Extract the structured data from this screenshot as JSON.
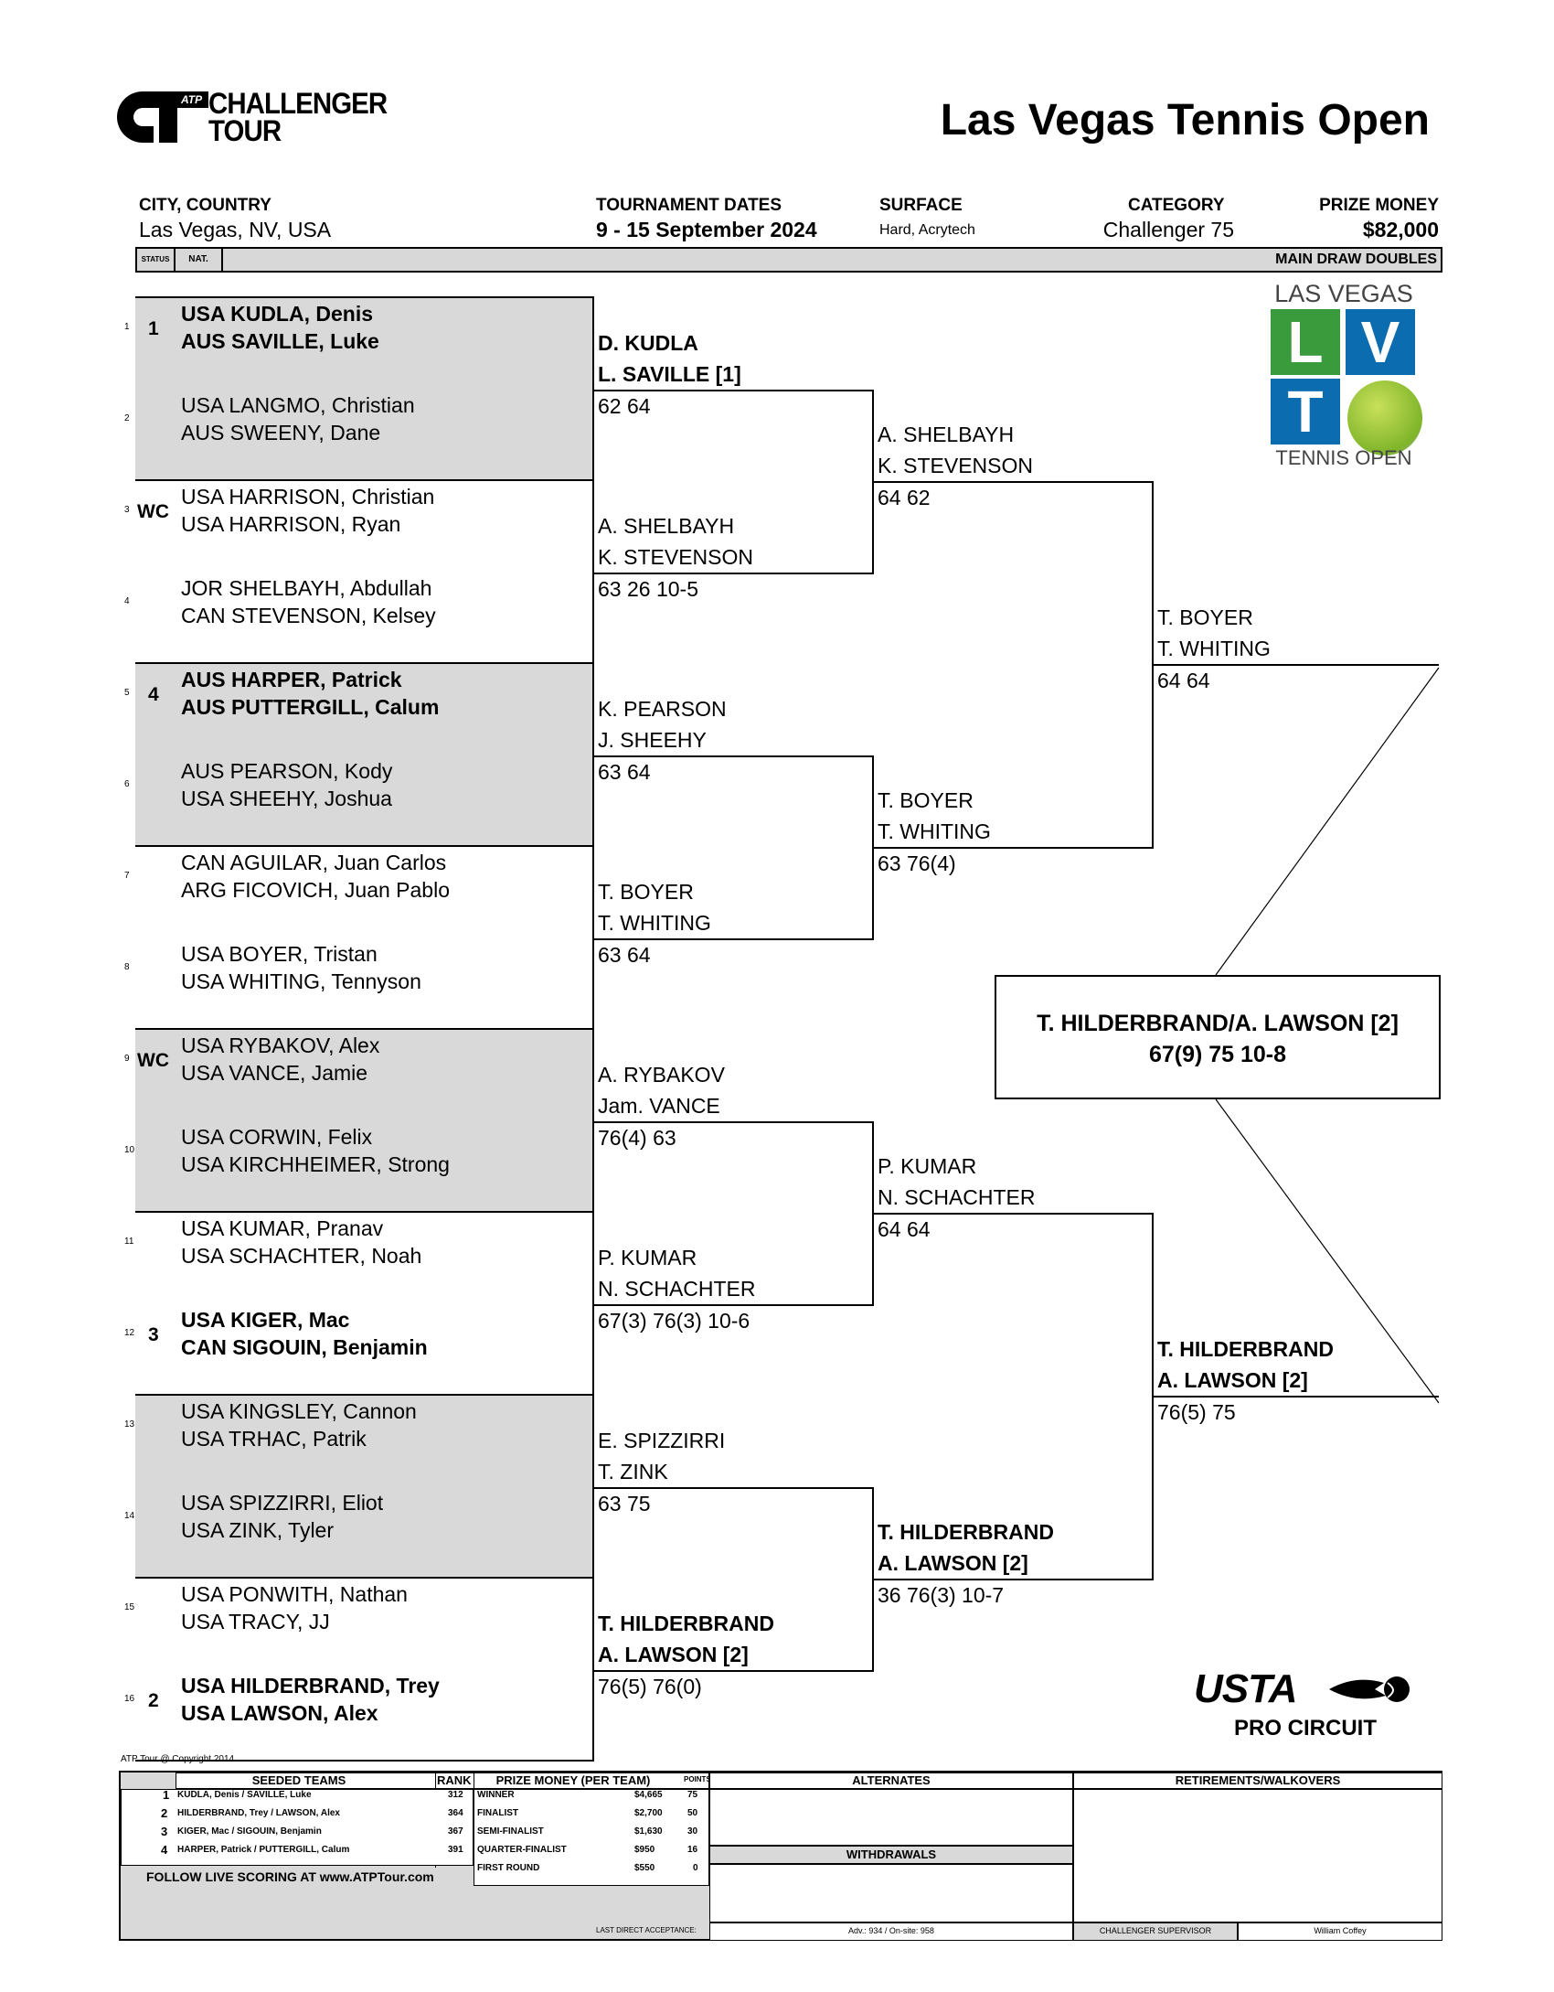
{
  "header": {
    "logo_brand": "ATP",
    "logo_line1": "CHALLENGER",
    "logo_line2": "TOUR",
    "title": "Las Vegas Tennis Open",
    "city_label": "CITY, COUNTRY",
    "city_value": "Las Vegas, NV, USA",
    "dates_label": "TOURNAMENT DATES",
    "dates_value": "9 - 15 September 2024",
    "surface_label": "SURFACE",
    "surface_value": "Hard, Acrytech",
    "category_label": "CATEGORY",
    "category_value": "Challenger 75",
    "prize_label": "PRIZE MONEY",
    "prize_value": "$82,000",
    "status_col": "STATUS",
    "nat_col": "NAT.",
    "draw_name": "MAIN DRAW DOUBLES"
  },
  "lv_logo": {
    "top": "LAS VEGAS",
    "l": "L",
    "v": "V",
    "t": "T",
    "bottom": "TENNIS OPEN"
  },
  "draw": [
    {
      "num": "1",
      "seed": "1",
      "p1": "USA KUDLA, Denis",
      "p2": "AUS SAVILLE, Luke",
      "bold": true
    },
    {
      "num": "2",
      "seed": "",
      "p1": "USA LANGMO, Christian",
      "p2": "AUS SWEENY, Dane",
      "bold": false
    },
    {
      "num": "3",
      "seed": "WC",
      "p1": "USA HARRISON, Christian",
      "p2": "USA HARRISON, Ryan",
      "bold": false
    },
    {
      "num": "4",
      "seed": "",
      "p1": "JOR SHELBAYH, Abdullah",
      "p2": "CAN STEVENSON, Kelsey",
      "bold": false
    },
    {
      "num": "5",
      "seed": "4",
      "p1": "AUS HARPER, Patrick",
      "p2": "AUS PUTTERGILL, Calum",
      "bold": true
    },
    {
      "num": "6",
      "seed": "",
      "p1": "AUS PEARSON, Kody",
      "p2": "USA SHEEHY, Joshua",
      "bold": false
    },
    {
      "num": "7",
      "seed": "",
      "p1": "CAN AGUILAR, Juan Carlos",
      "p2": "ARG FICOVICH, Juan Pablo",
      "bold": false
    },
    {
      "num": "8",
      "seed": "",
      "p1": "USA BOYER, Tristan",
      "p2": "USA WHITING, Tennyson",
      "bold": false
    },
    {
      "num": "9",
      "seed": "WC",
      "p1": "USA RYBAKOV, Alex",
      "p2": "USA VANCE, Jamie",
      "bold": false
    },
    {
      "num": "10",
      "seed": "",
      "p1": "USA CORWIN, Felix",
      "p2": "USA KIRCHHEIMER, Strong",
      "bold": false
    },
    {
      "num": "11",
      "seed": "",
      "p1": "USA KUMAR, Pranav",
      "p2": "USA SCHACHTER, Noah",
      "bold": false
    },
    {
      "num": "12",
      "seed": "3",
      "p1": "USA KIGER, Mac",
      "p2": "CAN SIGOUIN, Benjamin",
      "bold": true
    },
    {
      "num": "13",
      "seed": "",
      "p1": "USA KINGSLEY, Cannon",
      "p2": "USA TRHAC, Patrik",
      "bold": false
    },
    {
      "num": "14",
      "seed": "",
      "p1": "USA SPIZZIRRI, Eliot",
      "p2": "USA ZINK, Tyler",
      "bold": false
    },
    {
      "num": "15",
      "seed": "",
      "p1": "USA PONWITH, Nathan",
      "p2": "USA TRACY, JJ",
      "bold": false
    },
    {
      "num": "16",
      "seed": "2",
      "p1": "USA HILDERBRAND, Trey",
      "p2": "USA LAWSON, Alex",
      "bold": true
    }
  ],
  "r2": [
    {
      "a": "D. KUDLA",
      "b": "L. SAVILLE [1]",
      "score": "62 64",
      "bold": true
    },
    {
      "a": "A. SHELBAYH",
      "b": "K. STEVENSON",
      "score": "63 26 10-5",
      "bold": false
    },
    {
      "a": "K. PEARSON",
      "b": "J. SHEEHY",
      "score": "63 64",
      "bold": false
    },
    {
      "a": "T. BOYER",
      "b": "T. WHITING",
      "score": "63 64",
      "bold": false
    },
    {
      "a": "A. RYBAKOV",
      "b": "Jam. VANCE",
      "score": "76(4) 63",
      "bold": false
    },
    {
      "a": "P. KUMAR",
      "b": "N. SCHACHTER",
      "score": "67(3) 76(3) 10-6",
      "bold": false
    },
    {
      "a": "E. SPIZZIRRI",
      "b": "T. ZINK",
      "score": "63 75",
      "bold": false
    },
    {
      "a": "T. HILDERBRAND",
      "b": "A. LAWSON [2]",
      "score": "76(5) 76(0)",
      "bold": true
    }
  ],
  "qf": [
    {
      "a": "A. SHELBAYH",
      "b": "K. STEVENSON",
      "score": "64 62",
      "bold": false
    },
    {
      "a": "T. BOYER",
      "b": "T. WHITING",
      "score": "63 76(4)",
      "bold": false
    },
    {
      "a": "P. KUMAR",
      "b": "N. SCHACHTER",
      "score": "64 64",
      "bold": false
    },
    {
      "a": "T. HILDERBRAND",
      "b": "A. LAWSON [2]",
      "score": "36 76(3) 10-7",
      "bold": true
    }
  ],
  "sf": [
    {
      "a": "T. BOYER",
      "b": "T. WHITING",
      "score": "64 64",
      "bold": false
    },
    {
      "a": "T. HILDERBRAND",
      "b": "A. LAWSON [2]",
      "score": "76(5) 75",
      "bold": true
    }
  ],
  "final": {
    "names": "T. HILDERBRAND/A. LAWSON [2]",
    "score": "67(9) 75 10-8"
  },
  "usta": {
    "logo": "USTA",
    "sub": "PRO CIRCUIT"
  },
  "footer": {
    "copyright": "ATP Tour @ Copyright 2014",
    "seeded_title": "SEEDED TEAMS",
    "rank_title": "RANK",
    "prize_title": "PRIZE MONEY (PER TEAM)",
    "points_title": "POINTS",
    "alternates_title": "ALTERNATES",
    "withdrawals_title": "WITHDRAWALS",
    "retirements_title": "RETIREMENTS/WALKOVERS",
    "seeds": [
      {
        "n": "1",
        "name": "KUDLA, Denis / SAVILLE, Luke",
        "rank": "312"
      },
      {
        "n": "2",
        "name": "HILDERBRAND, Trey / LAWSON, Alex",
        "rank": "364"
      },
      {
        "n": "3",
        "name": "KIGER, Mac / SIGOUIN, Benjamin",
        "rank": "367"
      },
      {
        "n": "4",
        "name": "HARPER, Patrick / PUTTERGILL, Calum",
        "rank": "391"
      }
    ],
    "prizes": [
      {
        "round": "WINNER",
        "money": "$4,665",
        "points": "75"
      },
      {
        "round": "FINALIST",
        "money": "$2,700",
        "points": "50"
      },
      {
        "round": "SEMI-FINALIST",
        "money": "$1,630",
        "points": "30"
      },
      {
        "round": "QUARTER-FINALIST",
        "money": "$950",
        "points": "16"
      },
      {
        "round": "FIRST ROUND",
        "money": "$550",
        "points": "0"
      }
    ],
    "live_scoring": "FOLLOW LIVE SCORING AT www.ATPTour.com",
    "lda_label": "LAST DIRECT ACCEPTANCE:",
    "lda_value": "Adv.: 934 / On-site: 958",
    "supervisor_label": "CHALLENGER SUPERVISOR",
    "supervisor_value": "William Coffey"
  }
}
